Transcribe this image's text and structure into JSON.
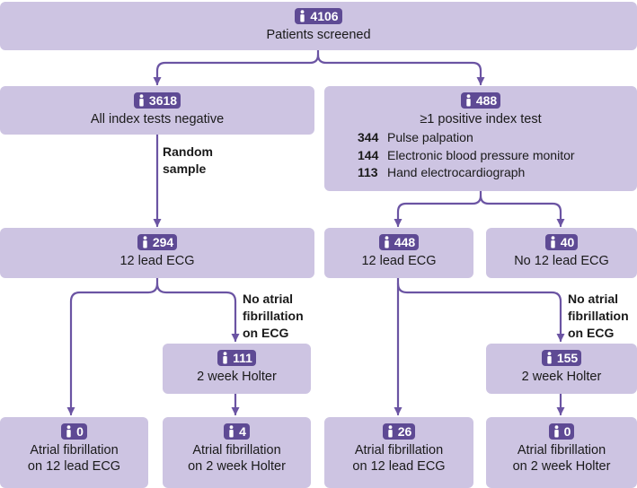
{
  "nodes": {
    "screened": {
      "count": "4106",
      "label": "Patients screened"
    },
    "negative": {
      "count": "3618",
      "label": "All index tests negative"
    },
    "positive": {
      "count": "488",
      "label": "≥1 positive index test",
      "breakdown": [
        {
          "count": "344",
          "label": "Pulse palpation"
        },
        {
          "count": "144",
          "label": "Electronic blood pressure monitor"
        },
        {
          "count": "113",
          "label": "Hand electrocardiograph"
        }
      ]
    },
    "neg_ecg": {
      "count": "294",
      "label": "12 lead ECG"
    },
    "pos_ecg": {
      "count": "448",
      "label": "12 lead ECG"
    },
    "pos_no_ecg": {
      "count": "40",
      "label": "No 12 lead ECG"
    },
    "neg_holter": {
      "count": "111",
      "label": "2 week Holter"
    },
    "pos_holter": {
      "count": "155",
      "label": "2 week Holter"
    },
    "neg_af_ecg": {
      "count": "0",
      "label_1": "Atrial fibrillation",
      "label_2": "on 12 lead ECG"
    },
    "neg_af_holter": {
      "count": "4",
      "label_1": "Atrial fibrillation",
      "label_2": "on 2 week Holter"
    },
    "pos_af_ecg": {
      "count": "26",
      "label_1": "Atrial fibrillation",
      "label_2": "on 12 lead ECG"
    },
    "pos_af_holter": {
      "count": "0",
      "label_1": "Atrial fibrillation",
      "label_2": "on 2 week Holter"
    }
  },
  "notes": {
    "random_sample": [
      "Random",
      "sample"
    ],
    "no_af_left": [
      "No atrial",
      "fibrillation",
      "on ECG"
    ],
    "no_af_right": [
      "No atrial",
      "fibrillation",
      "on ECG"
    ]
  },
  "colors": {
    "box": "#cdc4e2",
    "badge": "#5e4a94",
    "arrow": "#6b54a3"
  },
  "icon": "person-icon"
}
